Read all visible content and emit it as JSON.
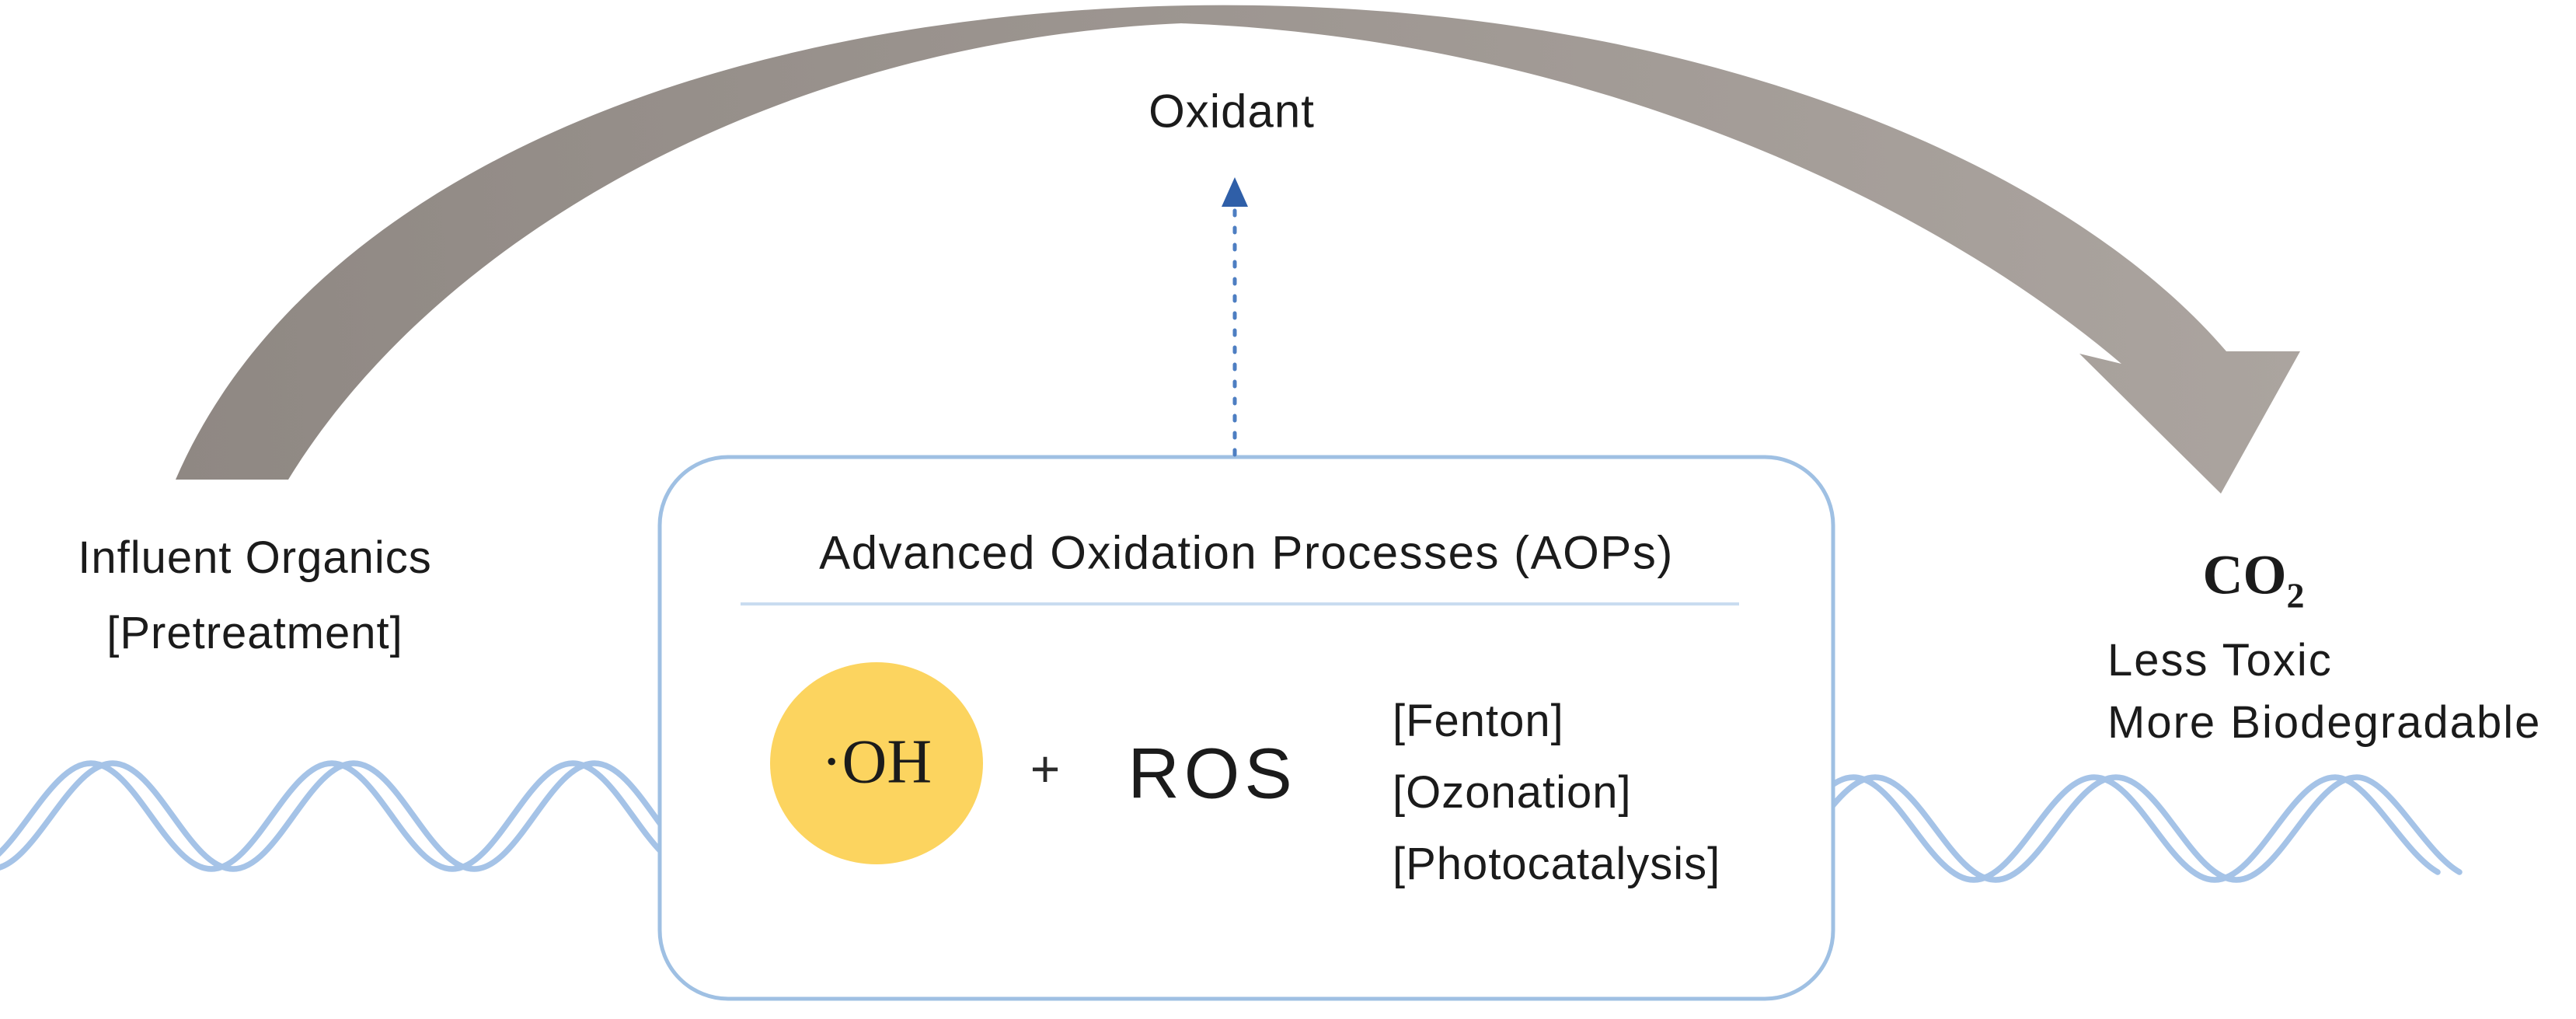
{
  "labels": {
    "oxidant": "Oxidant",
    "influent_line1": "Influent Organics",
    "influent_line2": "[Pretreatment]",
    "co2_main": "CO",
    "co2_sub": "2",
    "outcome_line1": "Less Toxic",
    "outcome_line2": "More Biodegradable"
  },
  "aop_box": {
    "title": "Advanced Oxidation Processes (AOPs)",
    "radical": "·OH",
    "plus": "+",
    "ros": "ROS",
    "processes": [
      "[Fenton]",
      "[Ozonation]",
      "[Photocatalysis]"
    ]
  },
  "colors": {
    "arrow_gray_start": "#8f8883",
    "arrow_gray_end": "#aba49f",
    "wave_blue": "#a5c3e7",
    "box_border": "#9fc0e3",
    "divider_blue": "#c9dcf0",
    "dotted_blue": "#4d7ec2",
    "dotted_arrowhead_blue": "#2f5fa8",
    "radical_fill": "#fcd45f",
    "text": "#1b1b1b"
  }
}
